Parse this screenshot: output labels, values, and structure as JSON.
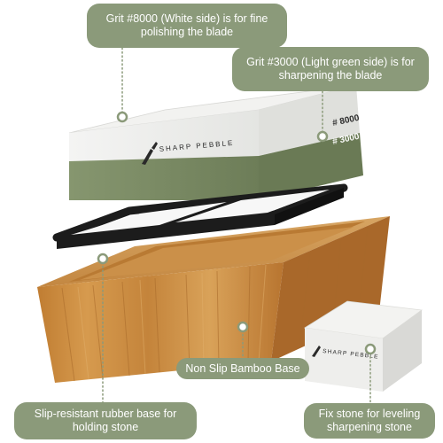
{
  "callouts": {
    "white_side": "Grit #8000 (White side) is for fine polishing the blade",
    "green_side": "Grit #3000 (Light green side) is for sharpening the blade",
    "bamboo_base": "Non Slip Bamboo Base",
    "rubber_base": "Slip-resistant rubber base for holding stone",
    "fix_stone": "Fix stone for leveling sharpening stone"
  },
  "stone": {
    "brand": "SHARP PEBBLE",
    "grit_top": "# 8000",
    "grit_bottom": "# 3000"
  },
  "fix_stone_block": {
    "brand": "SHARP PEBBLE"
  },
  "colors": {
    "callout": "#8b9a7a",
    "white_stone": "#e9eae8",
    "green_stone": "#7a8a63",
    "bamboo": "#c98a3e",
    "rubber_frame": "#1c1c1c"
  }
}
